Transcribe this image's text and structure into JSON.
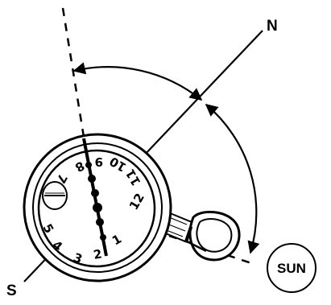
{
  "labels": {
    "north": "N",
    "south": "S",
    "sun": "SUN"
  },
  "dial": {
    "numerals": [
      "12",
      "1",
      "2",
      "3",
      "4",
      "5",
      "7",
      "8",
      "9",
      "10",
      "11"
    ]
  },
  "colors": {
    "ink": "#000000",
    "background": "#ffffff"
  }
}
